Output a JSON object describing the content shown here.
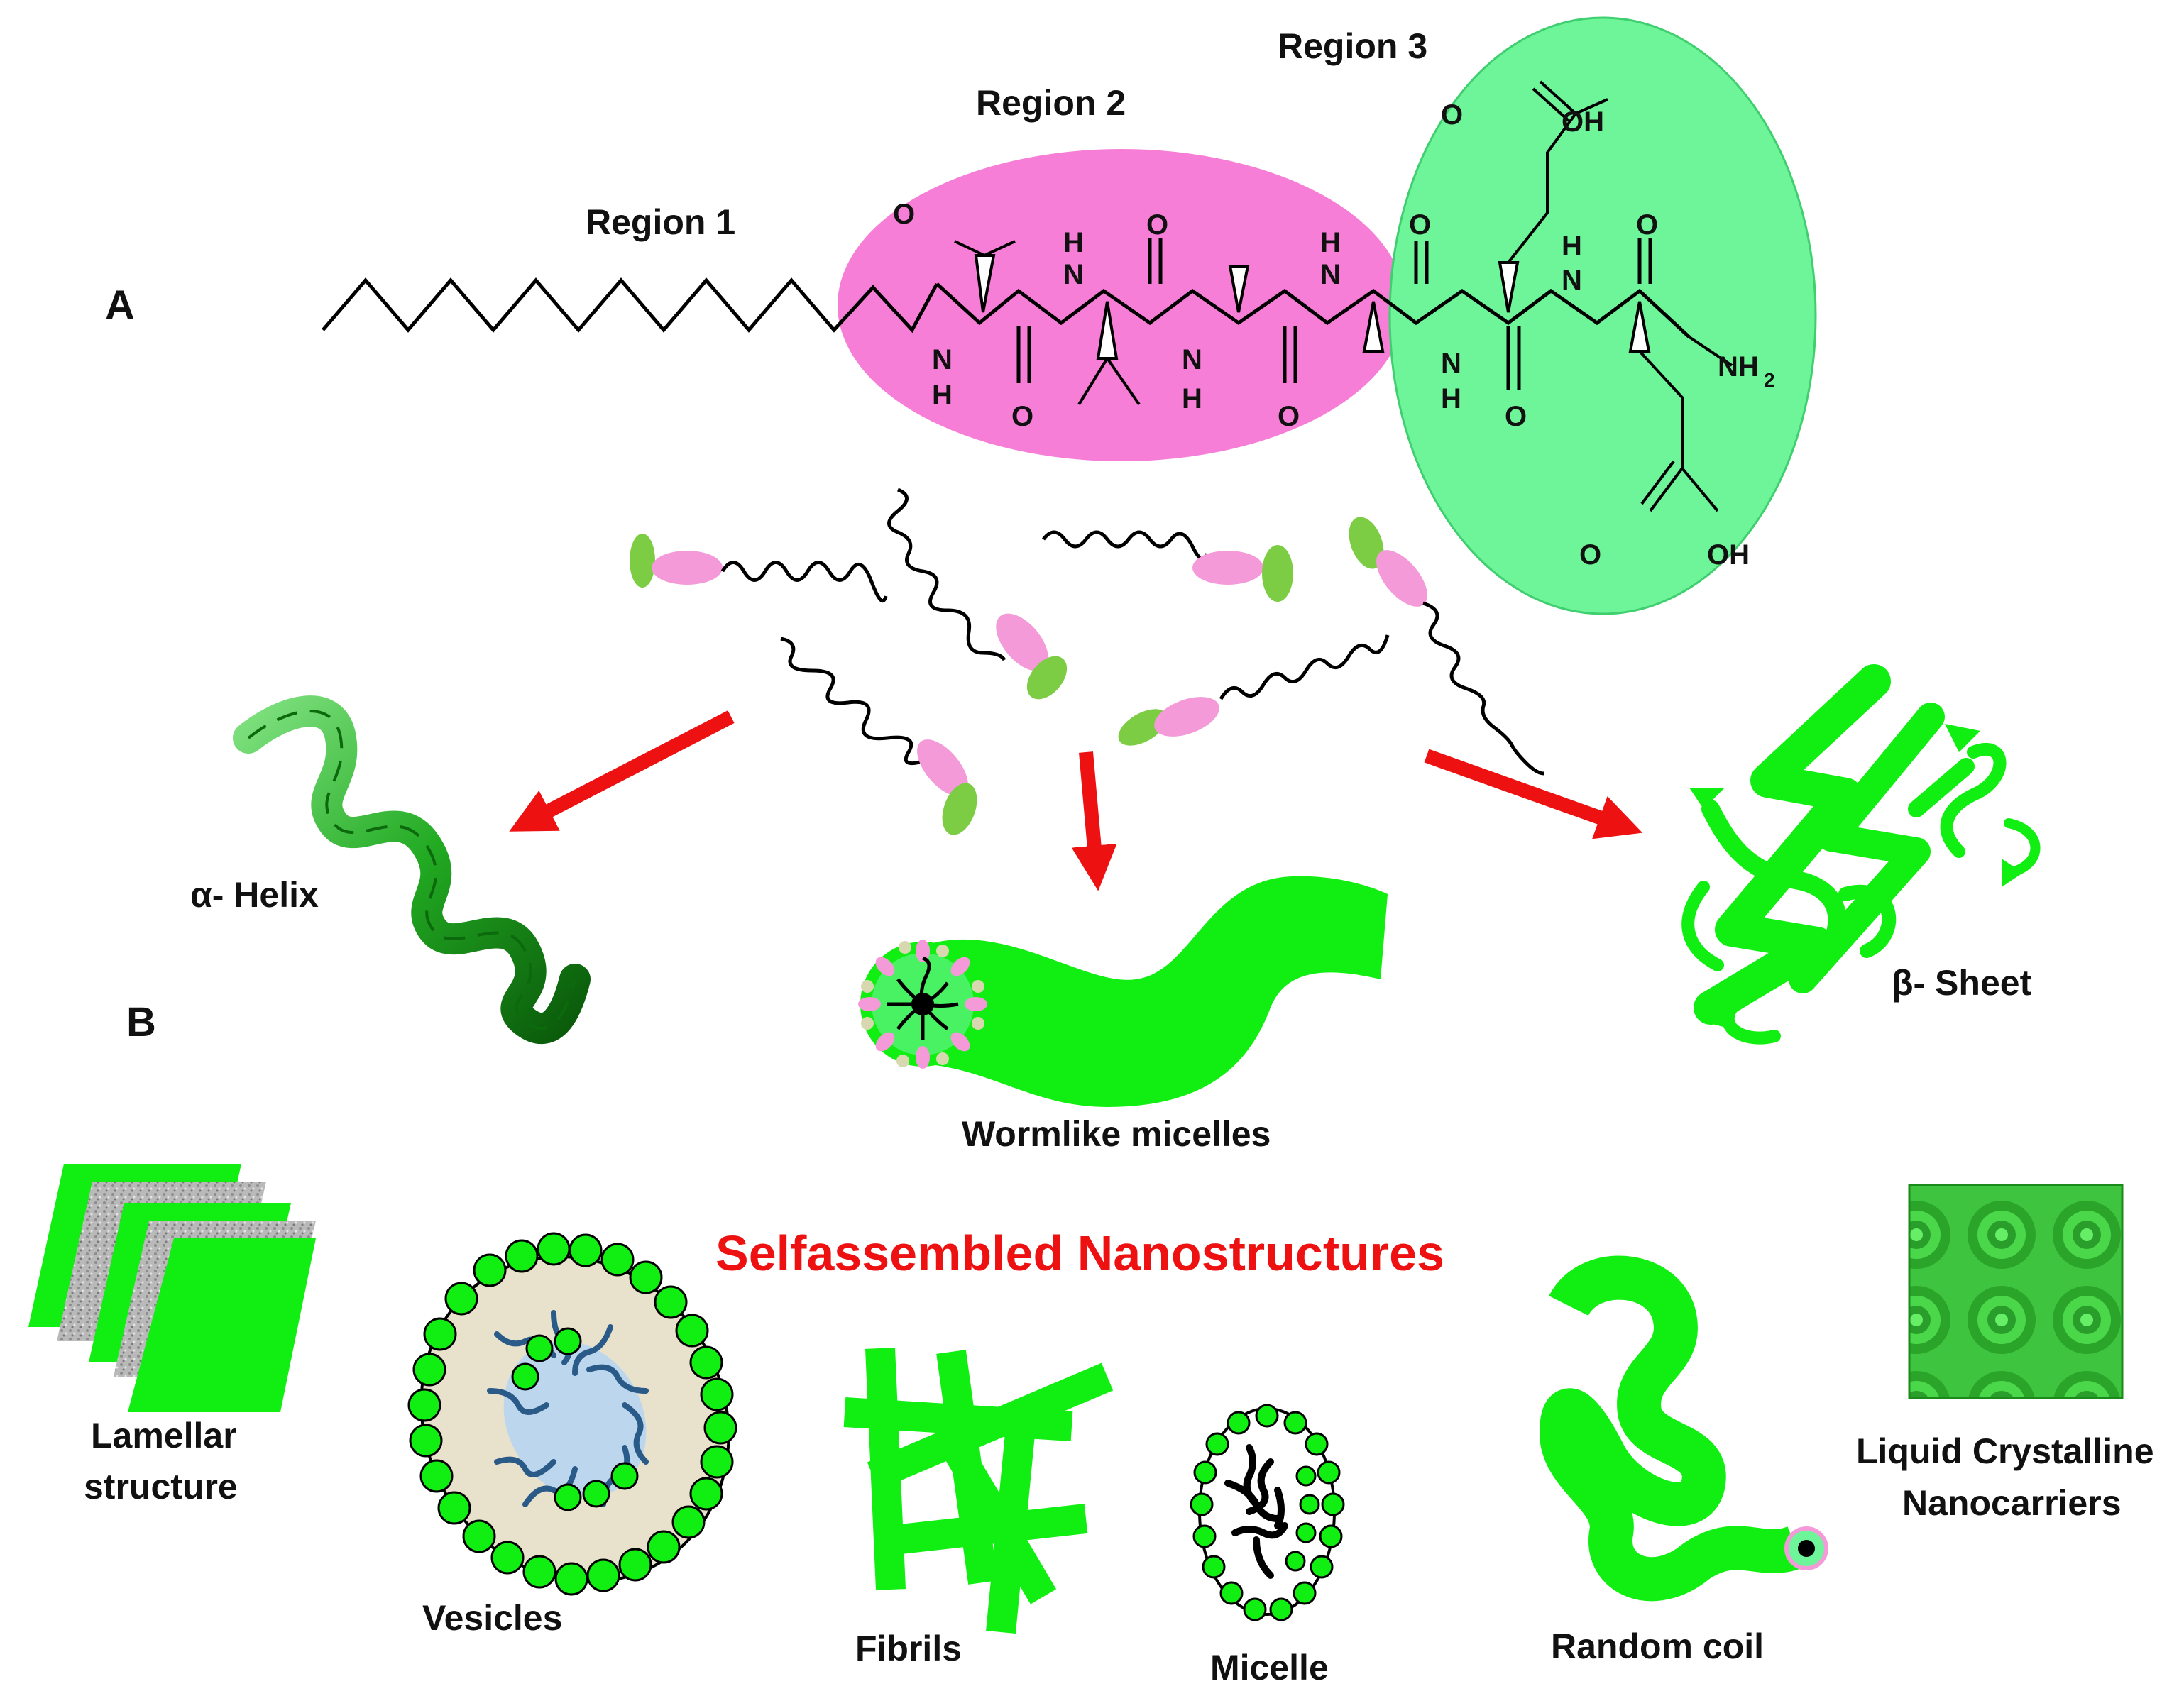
{
  "panels": {
    "a": "A",
    "b": "B"
  },
  "regions": {
    "r1": "Region 1",
    "r2": "Region 2",
    "r3": "Region 3"
  },
  "atoms": {
    "o_top_left": "O",
    "h_nh1": "H",
    "n_nh1": "N",
    "o_c1": "O",
    "n_nh2": "N",
    "h_nh2": "H",
    "o_c2": "O",
    "n_nh3": "N",
    "h_nh3": "H",
    "o_c3": "O",
    "n_nh4": "N",
    "h_nh4": "H",
    "o_c4": "O",
    "n_nh5": "N",
    "h_nh5": "H",
    "o_c5": "O",
    "h_nh6": "H",
    "n_nh6": "N",
    "o_c6": "O",
    "nh2": "NH",
    "nh2_sub": "2",
    "cooh1_o": "O",
    "cooh1_oh": "OH",
    "cooh2_o": "O",
    "cooh2_oh": "OH"
  },
  "structures": {
    "alpha_helix": "α- Helix",
    "wormlike": "Wormlike micelles",
    "beta_sheet": "β- Sheet"
  },
  "headline": "Selfassembled Nanostructures",
  "nanostructures": {
    "lamellar_1": "Lamellar",
    "lamellar_2": "structure",
    "vesicles": "Vesicles",
    "fibrils": "Fibrils",
    "micelle": "Micelle",
    "random_coil": "Random coil",
    "lc_1": "Liquid Crystalline",
    "lc_2": "Nanocarriers"
  },
  "colors": {
    "region2": "#f77ed6",
    "region3": "#6ef59a",
    "bright_green": "#11ee11",
    "head_green": "#7ccc44",
    "head_pink": "#f49ad8",
    "arrow_red": "#ee1111",
    "helix_green": "#229922",
    "lipid_blue": "#2a5a88",
    "vesicle_core": "#bcd6ee",
    "vesicle_shell": "#e8e2cc"
  }
}
